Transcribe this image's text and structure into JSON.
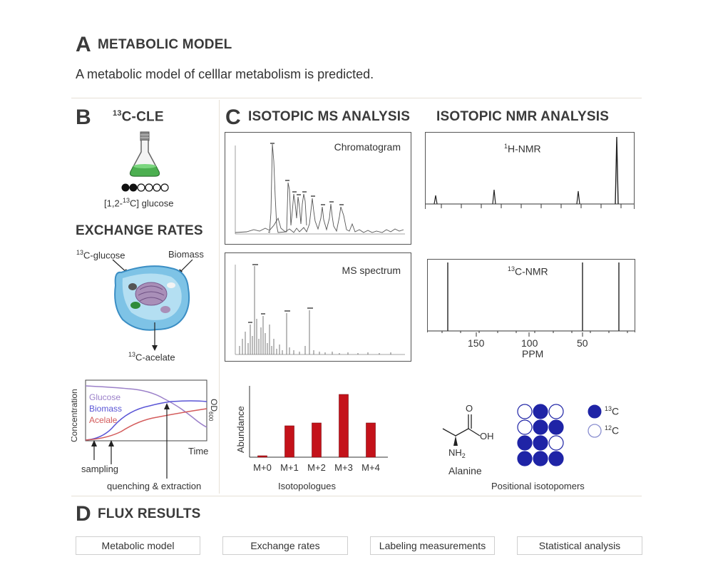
{
  "sectionA": {
    "letter": "A",
    "title": "METABOLIC MODEL",
    "description": "A metabolic model of celllar metabolism is predicted."
  },
  "sectionB": {
    "letter": "B",
    "cle_title_sup": "13",
    "cle_title": "C-CLE",
    "flask_label_pre": "[1,2-",
    "flask_label_sup": "13",
    "flask_label_post": "C] glucose",
    "exchange_title": "EXCHANGE RATES",
    "glucose_sup": "13",
    "glucose_label": "C-glucose",
    "biomass_label": "Biomass",
    "acelate_sup": "13",
    "acelate_label": "C-acelate",
    "plot": {
      "ylabel": "Concentration",
      "y2label": "OD",
      "y2label_sub": "600",
      "xlabel": "Time",
      "legend": [
        "Glucose",
        "Biomass",
        "Acelale"
      ],
      "sampling_label": "sampling",
      "quench_label": "quenching & extraction"
    }
  },
  "sectionC": {
    "letter": "C",
    "ms_title": "ISOTOPIC MS ANALYSIS",
    "nmr_title": "ISOTOPIC NMR ANALYSIS",
    "chromatogram_label": "Chromatogram",
    "ms_spectrum_label": "MS spectrum",
    "hnmr_sup": "1",
    "hnmr_label": "H-NMR",
    "cnmr_sup": "13",
    "cnmr_label": "C-NMR",
    "nmr_axis": {
      "ticks": [
        "150",
        "100",
        "50"
      ],
      "label": "PPM"
    },
    "alanine_label": "Alanine",
    "alanine_oh": "OH",
    "alanine_o": "O",
    "alanine_nh2": "NH",
    "alanine_nh2_sub": "2",
    "isotopomers_label": "Positional isotopomers",
    "legend_13c_sup": "13",
    "legend_13c": "C",
    "legend_12c_sup": "12",
    "legend_12c": "C"
  },
  "sectionD": {
    "letter": "D",
    "title": "FLUX RESULTS",
    "buttons": [
      "Metabolic model",
      "Exchange rates",
      "Labeling measurements",
      "Statistical analysis"
    ]
  },
  "colors": {
    "bar": "#c4121a",
    "carbon13": "#1f24a6",
    "glucose": "#9b80c9",
    "biomass": "#5a55d6",
    "acelate": "#d35a5a",
    "flask_liquid": "#4caf50"
  },
  "chart_data": {
    "type": "bar",
    "categories": [
      "M+0",
      "M+1",
      "M+2",
      "M+3",
      "M+4"
    ],
    "values": [
      2,
      44,
      48,
      88,
      48
    ],
    "ylim": [
      0,
      100
    ],
    "ylabel": "Abundance",
    "xlabel": "Isotopologues"
  }
}
